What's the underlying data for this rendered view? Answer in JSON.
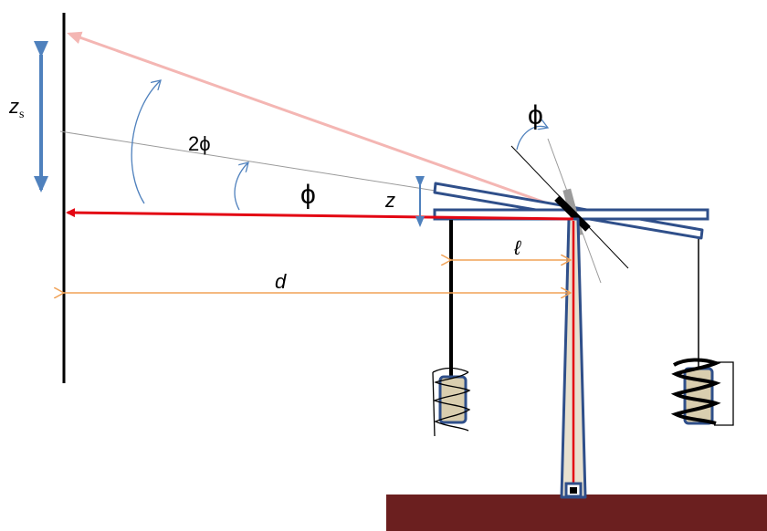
{
  "labels": {
    "zs_main": "z",
    "zs_sub": "s",
    "two_phi": "2ϕ",
    "phi_beam": "ϕ",
    "phi_mirror": "ϕ",
    "z": "z",
    "ell": "ℓ",
    "d": "d"
  },
  "colors": {
    "beam_red": "#e30613",
    "beam_reflected": "#f4b6b3",
    "steel_blue": "#2f4f8a",
    "arrow_blue": "#4f81bd",
    "dim_orange": "#f0a257",
    "coil_fill": "#d9ceaf",
    "floor": "#6b1f1f"
  }
}
